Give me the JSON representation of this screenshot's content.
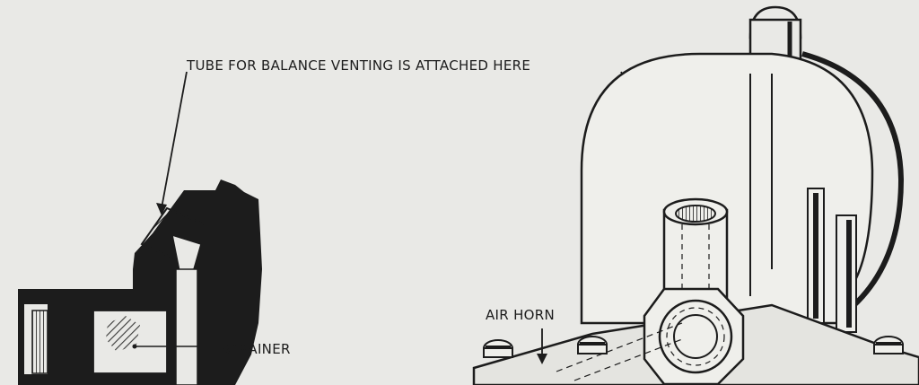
{
  "labels": {
    "balance_venting_tube": "TUBE FOR BALANCE VENTING IS ATTACHED HERE",
    "strainer": "STRAINER",
    "air_horn": "AIR HORN"
  },
  "colors": {
    "paper": "#e9e9e6",
    "ink": "#1c1c1c"
  }
}
